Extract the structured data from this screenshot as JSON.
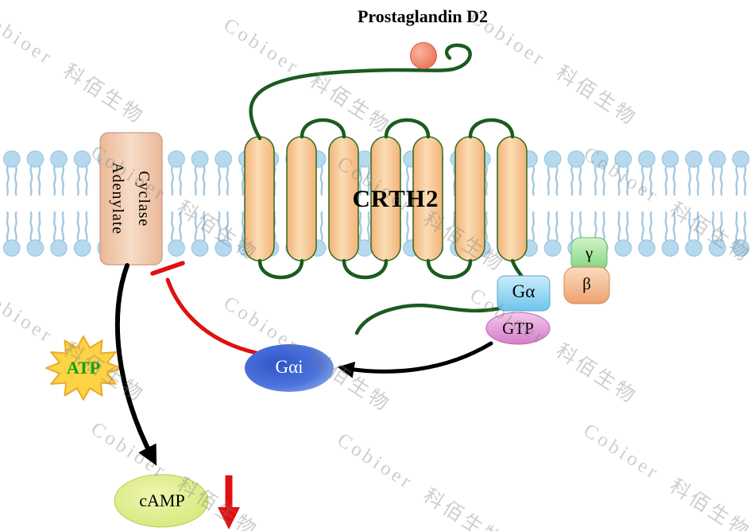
{
  "watermark": {
    "text": "Cobioer  科佰生物"
  },
  "labels": {
    "ligand_title": "Prostaglandin D2",
    "receptor": "CRTH2",
    "enzyme_line1": "Adenylate",
    "enzyme_line2": "Cyclase",
    "g_alpha": "Gα",
    "gtp": "GTP",
    "gamma": "γ",
    "beta": "β",
    "g_alpha_i": "Gαi",
    "atp": "ATP",
    "camp": "cAMP"
  },
  "colors": {
    "membrane_head": "#b7d9ee",
    "membrane_tail": "#9fc6e0",
    "helix_fill": "#f6c795",
    "loop_green": "#1a5c1e",
    "ligand_fill": "#ee7a5f",
    "enzyme_fill": "#f3c8ae",
    "g_alpha_fill": "#7fd0f2",
    "gtp_fill": "#e39ad8",
    "gamma_fill": "#8fd98f",
    "beta_fill": "#f4b285",
    "g_alpha_i_fill": "#4a6bd6",
    "atp_star": "#fcd344",
    "atp_text": "#12a012",
    "camp_fill": "#dceb82",
    "inhibition_red": "#e01010",
    "arrow_black": "#000000",
    "watermark_gray": "#7d7d7d"
  }
}
